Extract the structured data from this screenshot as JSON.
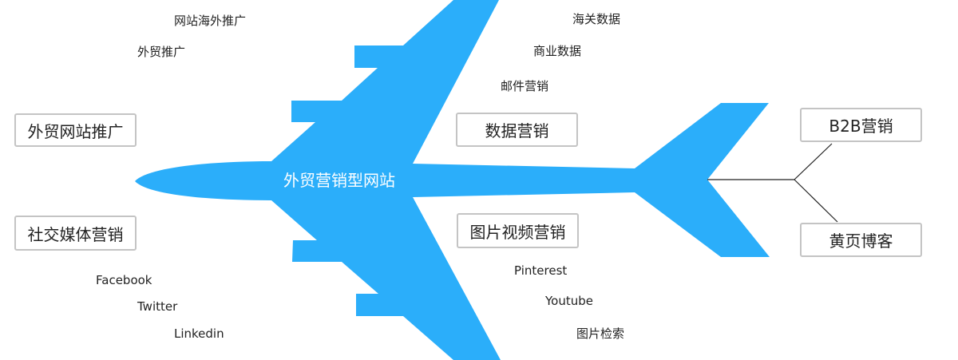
{
  "colors": {
    "plane": "#2BAEFA",
    "box_border": "#C4C4C4",
    "line": "#222222"
  },
  "center": {
    "title": "外贸营销型网站"
  },
  "branches": {
    "website_promo": {
      "title": "外贸网站推广",
      "items": [
        "网站海外推广",
        "外贸推广"
      ]
    },
    "social": {
      "title": "社交媒体营销",
      "items": [
        "Facebook",
        "Twitter",
        "Linkedin"
      ]
    },
    "data": {
      "title": "数据营销",
      "items": [
        "海关数据",
        "商业数据",
        "邮件营销"
      ]
    },
    "media": {
      "title": "图片视频营销",
      "items": [
        "Pinterest",
        "Youtube",
        "图片检索"
      ]
    },
    "b2b": {
      "title": "B2B营销"
    },
    "yellow": {
      "title": "黄页博客"
    }
  }
}
